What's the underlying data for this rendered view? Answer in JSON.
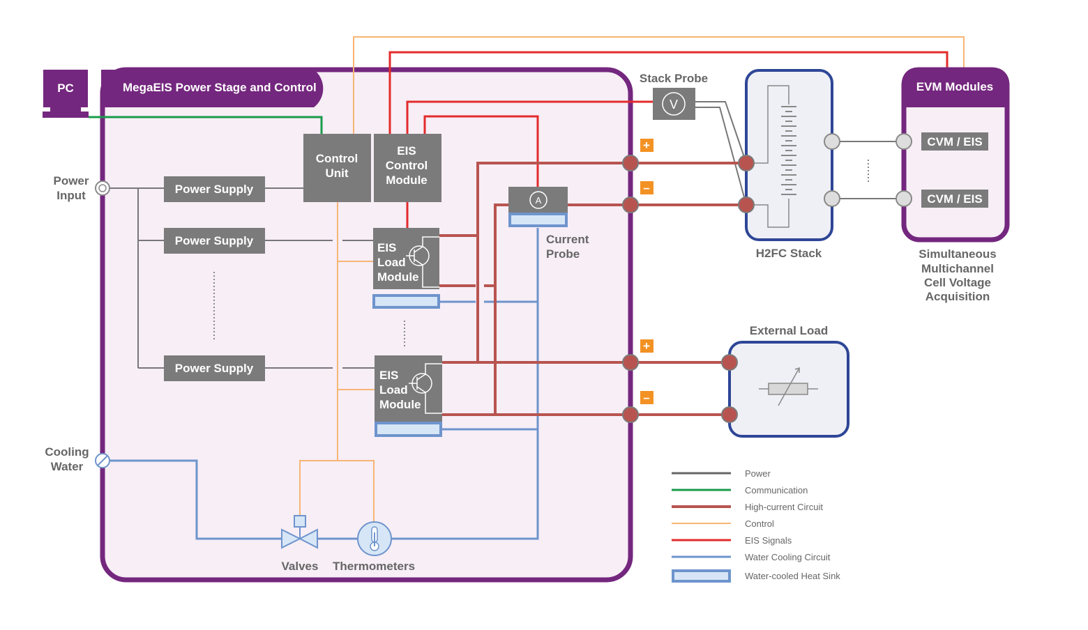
{
  "title": "MegaEIS Power Stage and Control",
  "pc": "PC",
  "power_input": [
    "Power",
    "Input"
  ],
  "cooling_water": [
    "Cooling",
    "Water"
  ],
  "power_supplies": [
    "Power Supply",
    "Power Supply",
    "Power Supply"
  ],
  "control_unit": [
    "Control",
    "Unit"
  ],
  "eis_control_module": [
    "EIS",
    "Control",
    "Module"
  ],
  "eis_load_module_1": [
    "EIS",
    "Load",
    "Module"
  ],
  "eis_load_module_2": [
    "EIS",
    "Load",
    "Module"
  ],
  "current_probe": [
    "Current",
    "Probe"
  ],
  "ammeter_symbol": "A",
  "voltmeter_symbol": "V",
  "stack_probe": "Stack Probe",
  "h2fc_stack": "H2FC Stack",
  "evm_modules": "EVM Modules",
  "cvm_eis": [
    "CVM / EIS",
    "CVM / EIS"
  ],
  "acquisition": [
    "Simultaneous",
    "Multichannel",
    "Cell Voltage",
    "Acquisition"
  ],
  "external_load": "External Load",
  "plus": "+",
  "minus": "–",
  "valves": "Valves",
  "thermometers": "Thermometers",
  "colors": {
    "purple": "#74277e",
    "panel_fill": "#f7eef6",
    "power": "#666666",
    "communication": "#1a9b4b",
    "high_current": "#b85450",
    "control": "#f7b574",
    "eis_signals": "#e32b2b",
    "water": "#6e94cc",
    "heat_sink_fill": "#d6e6f6",
    "navy": "#2e4696",
    "orange": "#f39224",
    "box_gray": "#7b7b7b"
  },
  "legend": [
    {
      "label": "Power",
      "color": "#666666",
      "kind": "line"
    },
    {
      "label": "Communication",
      "color": "#1a9b4b",
      "kind": "line"
    },
    {
      "label": "High-current Circuit",
      "color": "#b85450",
      "kind": "line"
    },
    {
      "label": "Control",
      "color": "#f7b574",
      "kind": "line"
    },
    {
      "label": "EIS Signals",
      "color": "#e32b2b",
      "kind": "line"
    },
    {
      "label": "Water Cooling Circuit",
      "color": "#6e94cc",
      "kind": "line"
    },
    {
      "label": "Water-cooled Heat Sink",
      "color": "#6e94cc",
      "kind": "box"
    }
  ]
}
